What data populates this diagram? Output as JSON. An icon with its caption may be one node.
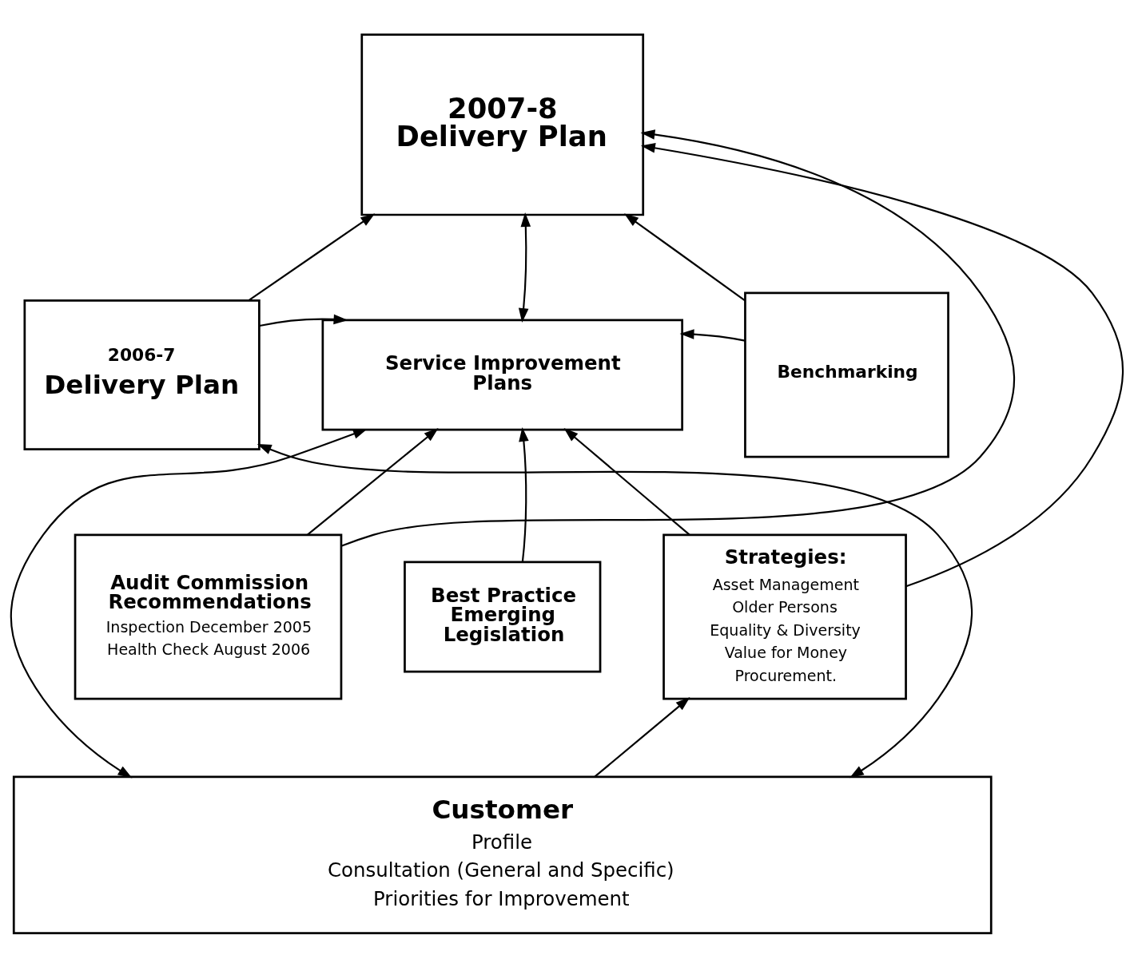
{
  "diagram": {
    "nodes": [
      {
        "text": [
          "2007-8 Delivery Plan"
        ]
      },
      {
        "text": [
          "2006-7",
          "Delivery Plan"
        ]
      },
      {
        "text": [
          "Service Improvement Plans"
        ]
      },
      {
        "text": [
          "Benchmarking"
        ]
      },
      {
        "text": [
          "Audit Commission Recommendations",
          "Inspection December 2005",
          "Health Check August 2006"
        ]
      },
      {
        "text": [
          "Best Practice Emerging Legislation"
        ]
      },
      {
        "text": [
          "Strategies:",
          "Asset Management",
          "Older Persons",
          "Equality & Diversity",
          "Value for Money",
          "Procurement."
        ]
      },
      {
        "text": [
          "Customer",
          "Profile",
          "Consultation (General and Specific)",
          "Priorities for Improvement"
        ]
      }
    ],
    "edges": [
      {
        "from": 1,
        "to": 0,
        "arrow": "to"
      },
      {
        "from": 3,
        "to": 0,
        "arrow": "to"
      },
      {
        "from": 0,
        "to": 2,
        "arrow": "both"
      },
      {
        "from": 4,
        "to": 0,
        "arrow": "to"
      },
      {
        "from": 6,
        "to": 0,
        "arrow": "to"
      },
      {
        "from": 1,
        "to": 2,
        "arrow": "to"
      },
      {
        "from": 3,
        "to": 2,
        "arrow": "to"
      },
      {
        "from": 4,
        "to": 2,
        "arrow": "to"
      },
      {
        "from": 5,
        "to": 2,
        "arrow": "to"
      },
      {
        "from": 6,
        "to": 2,
        "arrow": "to"
      },
      {
        "from": 2,
        "to": 7,
        "arrow": "both"
      },
      {
        "from": 7,
        "to": 6,
        "arrow": "to"
      },
      {
        "from": 1,
        "to": 7,
        "arrow": "both"
      }
    ]
  }
}
